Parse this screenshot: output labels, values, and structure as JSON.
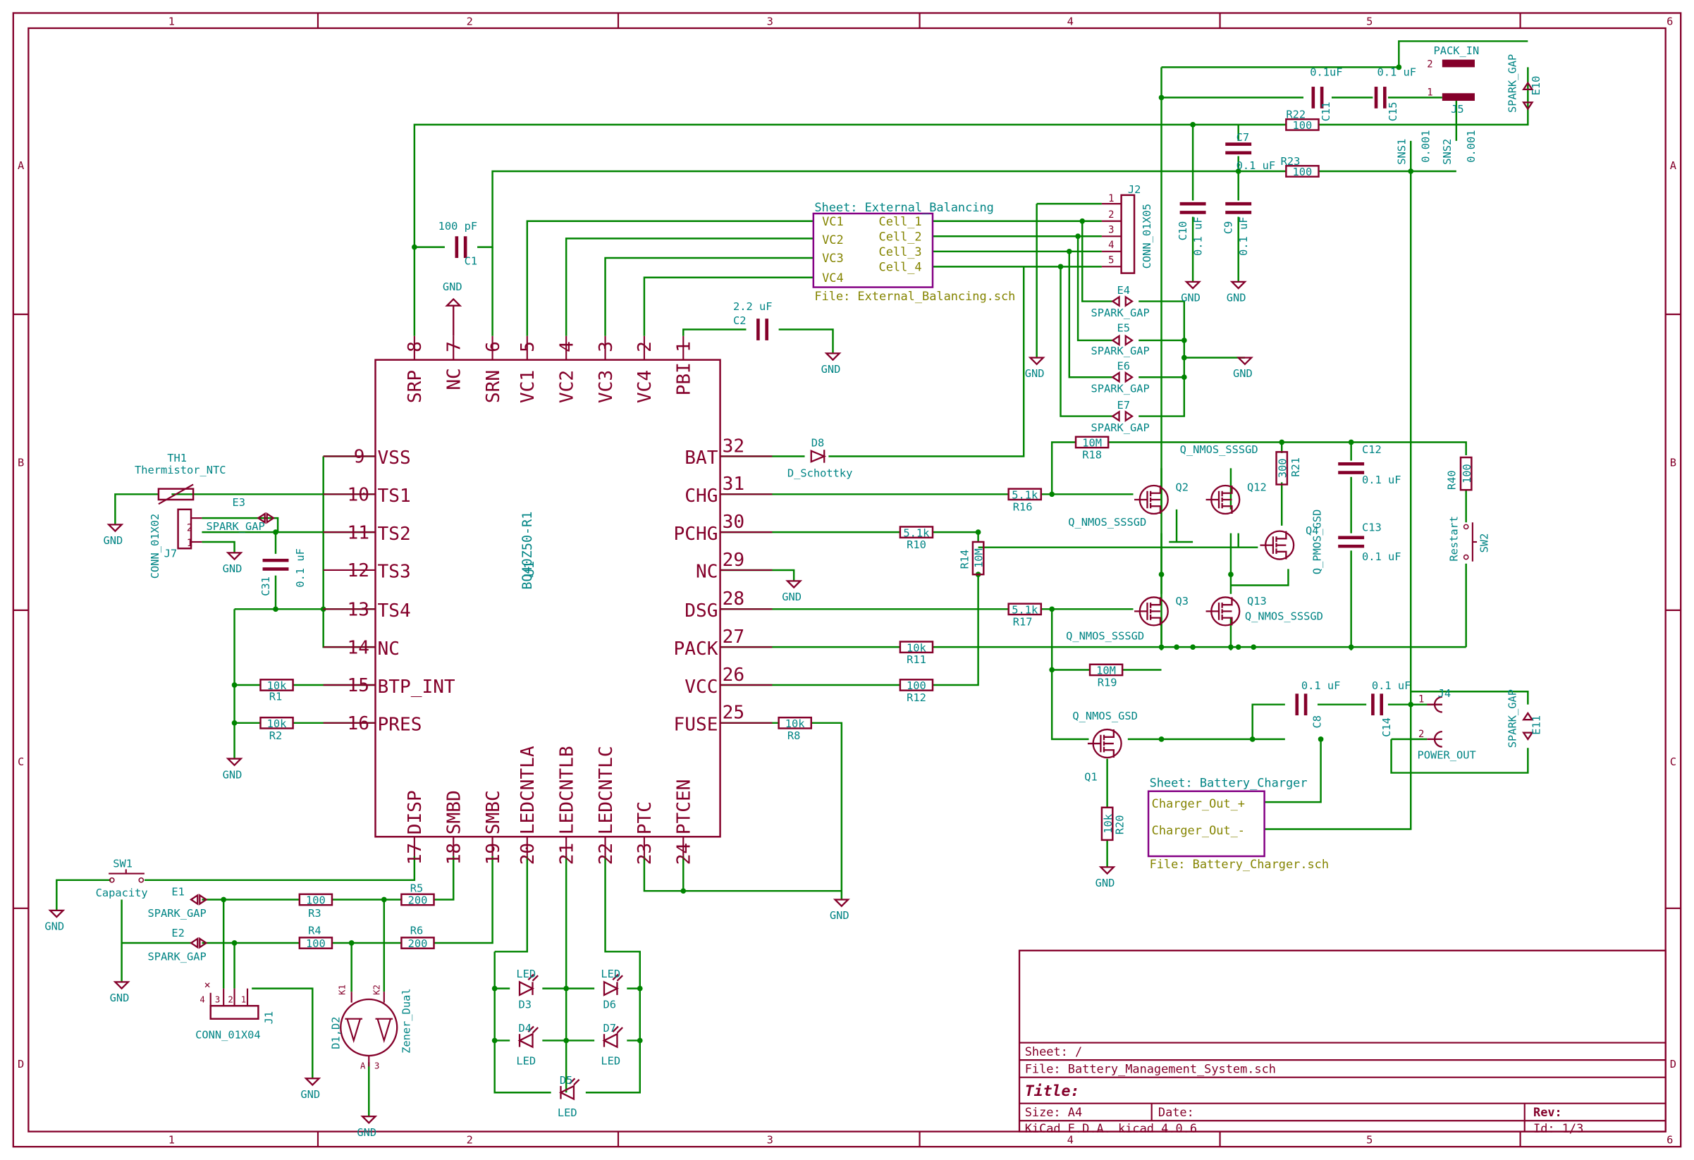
{
  "frame": {
    "columns": [
      "1",
      "2",
      "3",
      "4",
      "5",
      "6"
    ],
    "rows": [
      "A",
      "B",
      "C",
      "D"
    ]
  },
  "title_block": {
    "sheet": "Sheet: /",
    "file": "File: Battery_Management_System.sch",
    "title": "Title:",
    "size": "Size: A4",
    "date": "Date:",
    "rev": "Rev:",
    "tool": "KiCad E.D.A.  kicad 4.0.6",
    "id": "Id: 1/3"
  },
  "ic": {
    "ref": "U1",
    "value": "BQ40Z50-R1",
    "top_pins": [
      {
        "num": "8",
        "name": "SRP"
      },
      {
        "num": "7",
        "name": "NC"
      },
      {
        "num": "6",
        "name": "SRN"
      },
      {
        "num": "5",
        "name": "VC1"
      },
      {
        "num": "4",
        "name": "VC2"
      },
      {
        "num": "3",
        "name": "VC3"
      },
      {
        "num": "2",
        "name": "VC4"
      },
      {
        "num": "1",
        "name": "PBI"
      }
    ],
    "left_pins": [
      {
        "num": "9",
        "name": "VSS"
      },
      {
        "num": "10",
        "name": "TS1"
      },
      {
        "num": "11",
        "name": "TS2"
      },
      {
        "num": "12",
        "name": "TS3"
      },
      {
        "num": "13",
        "name": "TS4"
      },
      {
        "num": "14",
        "name": "NC"
      },
      {
        "num": "15",
        "name": "BTP_INT"
      },
      {
        "num": "16",
        "name": "PRES"
      }
    ],
    "right_pins": [
      {
        "num": "32",
        "name": "BAT"
      },
      {
        "num": "31",
        "name": "CHG"
      },
      {
        "num": "30",
        "name": "PCHG"
      },
      {
        "num": "29",
        "name": "NC"
      },
      {
        "num": "28",
        "name": "DSG"
      },
      {
        "num": "27",
        "name": "PACK"
      },
      {
        "num": "26",
        "name": "VCC"
      },
      {
        "num": "25",
        "name": "FUSE"
      }
    ],
    "bottom_pins": [
      {
        "num": "17",
        "name": "DISP"
      },
      {
        "num": "18",
        "name": "SMBD"
      },
      {
        "num": "19",
        "name": "SMBC"
      },
      {
        "num": "20",
        "name": "LEDCNTLA"
      },
      {
        "num": "21",
        "name": "LEDCNTLB"
      },
      {
        "num": "22",
        "name": "LEDCNTLC"
      },
      {
        "num": "23",
        "name": "PTC"
      },
      {
        "num": "24",
        "name": "PTCEN"
      }
    ]
  },
  "sheets": {
    "balancing": {
      "name": "Sheet: External_Balancing",
      "file": "File: External_Balancing.sch",
      "left_ports": [
        "VC1",
        "VC2",
        "VC3",
        "VC4"
      ],
      "right_ports": [
        "Cell_1",
        "Cell_2",
        "Cell_3",
        "Cell_4"
      ]
    },
    "charger": {
      "name": "Sheet: Battery_Charger",
      "file": "File: Battery_Charger.sch",
      "ports": [
        "Charger_Out_+",
        "Charger_Out_-"
      ]
    }
  },
  "power": {
    "gnd": "GND"
  },
  "components": {
    "C1": {
      "ref": "C1",
      "value": "100 pF"
    },
    "C2": {
      "ref": "C2",
      "value": "2.2 uF"
    },
    "C7": {
      "ref": "C7",
      "value": "0.1 uF"
    },
    "C8": {
      "ref": "C8",
      "value": "0.1 uF"
    },
    "C9": {
      "ref": "C9",
      "value": "0.1 uF"
    },
    "C10": {
      "ref": "C10",
      "value": "0.1 uF"
    },
    "C11": {
      "ref": "C11",
      "value": "0.1uF"
    },
    "C12": {
      "ref": "C12",
      "value": "0.1 uF"
    },
    "C13": {
      "ref": "C13",
      "value": "0.1 uF"
    },
    "C14": {
      "ref": "C14",
      "value": "0.1 uF"
    },
    "C15": {
      "ref": "C15",
      "value": "0.1 uF"
    },
    "C31": {
      "ref": "C31",
      "value": "0.1 uF"
    },
    "R1": {
      "ref": "R1",
      "value": "10k"
    },
    "R2": {
      "ref": "R2",
      "value": "10k"
    },
    "R3": {
      "ref": "R3",
      "value": "100"
    },
    "R4": {
      "ref": "R4",
      "value": "100"
    },
    "R5": {
      "ref": "R5",
      "value": "200"
    },
    "R6": {
      "ref": "R6",
      "value": "200"
    },
    "R8": {
      "ref": "R8",
      "value": "10k"
    },
    "R10": {
      "ref": "R10",
      "value": "5.1k"
    },
    "R11": {
      "ref": "R11",
      "value": "10k"
    },
    "R12": {
      "ref": "R12",
      "value": "100"
    },
    "R14": {
      "ref": "R14",
      "value": "10M"
    },
    "R16": {
      "ref": "R16",
      "value": "5.1k"
    },
    "R17": {
      "ref": "R17",
      "value": "5.1k"
    },
    "R18": {
      "ref": "R18",
      "value": "10M"
    },
    "R19": {
      "ref": "R19",
      "value": "10M"
    },
    "R20": {
      "ref": "R20",
      "value": "10k"
    },
    "R21": {
      "ref": "R21",
      "value": "300"
    },
    "R22": {
      "ref": "R22",
      "value": "100"
    },
    "R23": {
      "ref": "R23",
      "value": "100"
    },
    "R40": {
      "ref": "R40",
      "value": "100"
    },
    "SNS1": {
      "ref": "SNS1",
      "value": "0.001"
    },
    "SNS2": {
      "ref": "SNS2",
      "value": "0.001"
    },
    "D8": {
      "ref": "D8",
      "value": "D_Schottky"
    },
    "D1D2": {
      "ref": "D1,D2",
      "value": "Zener_Dual"
    },
    "D3": {
      "ref": "D3",
      "value": "LED"
    },
    "D4": {
      "ref": "D4",
      "value": "LED"
    },
    "D5": {
      "ref": "D5",
      "value": "LED"
    },
    "D6": {
      "ref": "D6",
      "value": "LED"
    },
    "D7": {
      "ref": "D7",
      "value": "LED"
    },
    "Q1": {
      "ref": "Q1",
      "value": "Q_NMOS_GSD"
    },
    "Q2": {
      "ref": "Q2",
      "value": "Q_NMOS_SSSGD"
    },
    "Q3": {
      "ref": "Q3",
      "value": "Q_NMOS_SSSGD"
    },
    "Q4": {
      "ref": "Q4",
      "value": "Q_PMOS_GSD"
    },
    "Q12": {
      "ref": "Q12",
      "value": "Q_NMOS_SSSGD"
    },
    "Q13": {
      "ref": "Q13",
      "value": "Q_NMOS_SSSGD"
    },
    "TH1": {
      "ref": "TH1",
      "value": "Thermistor_NTC"
    },
    "SW1": {
      "ref": "SW1",
      "value": "Capacity"
    },
    "SW2": {
      "ref": "SW2",
      "value": "Restart"
    },
    "J1": {
      "ref": "J1",
      "value": "CONN_01X04"
    },
    "J2": {
      "ref": "J2",
      "value": "CONN_01X05"
    },
    "J4": {
      "ref": "J4",
      "value": "POWER_OUT"
    },
    "J5": {
      "ref": "J5",
      "value": "PACK_IN"
    },
    "J7": {
      "ref": "J7",
      "value": "CONN_01X02"
    },
    "E1": {
      "ref": "E1",
      "value": "SPARK_GAP"
    },
    "E2": {
      "ref": "E2",
      "value": "SPARK_GAP"
    },
    "E3": {
      "ref": "E3",
      "value": "SPARK_GAP"
    },
    "E4": {
      "ref": "E4",
      "value": "SPARK_GAP"
    },
    "E5": {
      "ref": "E5",
      "value": "SPARK_GAP"
    },
    "E6": {
      "ref": "E6",
      "value": "SPARK_GAP"
    },
    "E7": {
      "ref": "E7",
      "value": "SPARK_GAP"
    },
    "E10": {
      "ref": "E10",
      "value": "SPARK_GAP"
    },
    "E11": {
      "ref": "E11",
      "value": "SPARK_GAP"
    }
  }
}
